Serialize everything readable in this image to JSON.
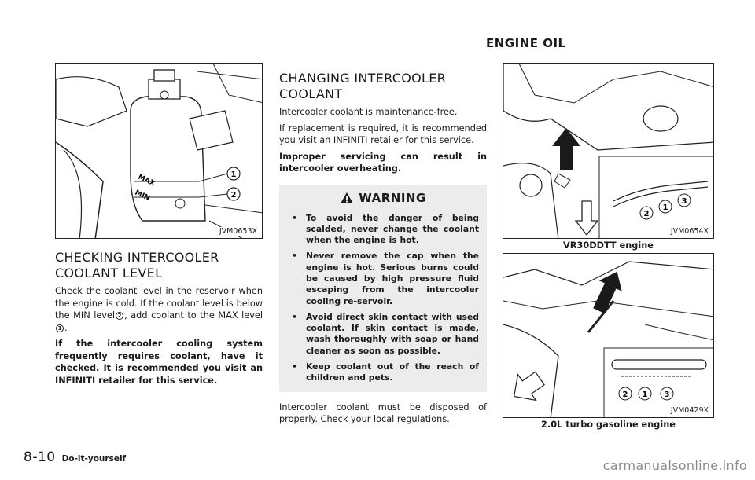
{
  "section_heading": "ENGINE OIL",
  "left": {
    "figure_code": "JVM0653X",
    "figure_labels": {
      "max": "MAX",
      "min": "MIN"
    },
    "heading": "CHECKING INTERCOOLER COOLANT LEVEL",
    "para1_a": "Check the coolant level in the reservoir when the engine is cold. If the coolant level is below the MIN level",
    "para1_b": ", add coolant to the MAX level",
    "para1_c": ".",
    "marker_2": "2",
    "marker_1": "1",
    "para2": "If the intercooler cooling system frequently requires coolant, have it checked. It is recommended you visit an INFINITI retailer for this service."
  },
  "middle": {
    "heading": "CHANGING INTERCOOLER COOLANT",
    "para1": "Intercooler coolant is maintenance-free.",
    "para2": "If replacement is required, it is recommended you visit an INFINITI retailer for this service.",
    "para3": "Improper servicing can result in intercooler overheating.",
    "warning_title": "WARNING",
    "bullet": "•",
    "warnings": [
      "To avoid the danger of being scalded, never change the coolant when the engine is hot.",
      "Never remove the cap when the engine is hot. Serious burns could be caused by high pressure fluid escaping from the intercooler cooling re-servoir.",
      "Avoid direct skin contact with used coolant. If skin contact is made, wash thoroughly with soap or hand cleaner as soon as possible.",
      "Keep coolant out of the reach of children and pets."
    ],
    "para4": "Intercooler coolant must be disposed of properly. Check your local regulations."
  },
  "right": {
    "figure1_code": "JVM0654X",
    "figure1_caption": "VR30DDTT engine",
    "figure2_code": "JVM0429X",
    "figure2_caption": "2.0L turbo gasoline engine",
    "markers": [
      "2",
      "1",
      "3"
    ]
  },
  "footer": {
    "page_number": "8-10",
    "section": "Do-it-yourself"
  },
  "watermark": "carmanualsonline.info",
  "icons": [
    "warning-triangle-icon",
    "up-arrow-icon",
    "down-arrow-icon"
  ]
}
